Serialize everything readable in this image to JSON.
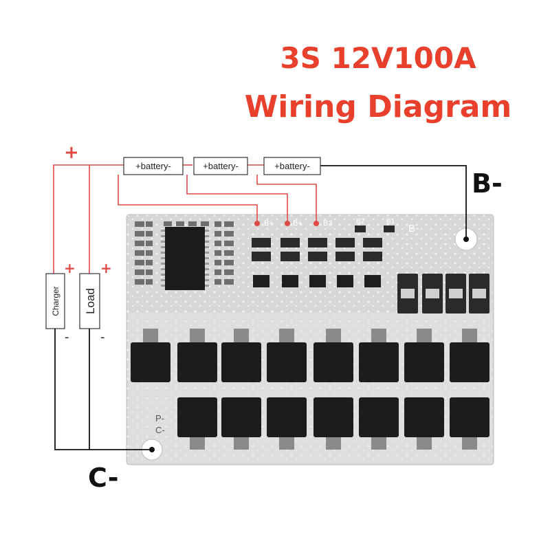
{
  "title": {
    "line1": "3S 12V100A",
    "line2": "Wiring Diagram"
  },
  "batteries": [
    {
      "label": "+battery-"
    },
    {
      "label": "+battery-"
    },
    {
      "label": "+battery-"
    }
  ],
  "terminals": {
    "b_minus": "B-",
    "c_minus": "C-"
  },
  "charger": {
    "label": "Charger",
    "plus": "+",
    "minus": "-"
  },
  "load": {
    "label": "Load",
    "plus": "+",
    "minus": "-"
  },
  "top_plus": "+",
  "board": {
    "pad_b_plus_1": "B+",
    "pad_b_plus_2": "B+",
    "pad_b3": "B3",
    "pad_b2": "B2",
    "pad_b1": "B1",
    "pad_b_minus": "B-",
    "pad_p_minus": "P-",
    "pad_c_minus": "C-"
  },
  "colors": {
    "title": "#e8402c",
    "wire_red": "#e14a44",
    "wire_black": "#111111",
    "board": "#dcdcdc",
    "mosfet": "#1c1c1c"
  }
}
